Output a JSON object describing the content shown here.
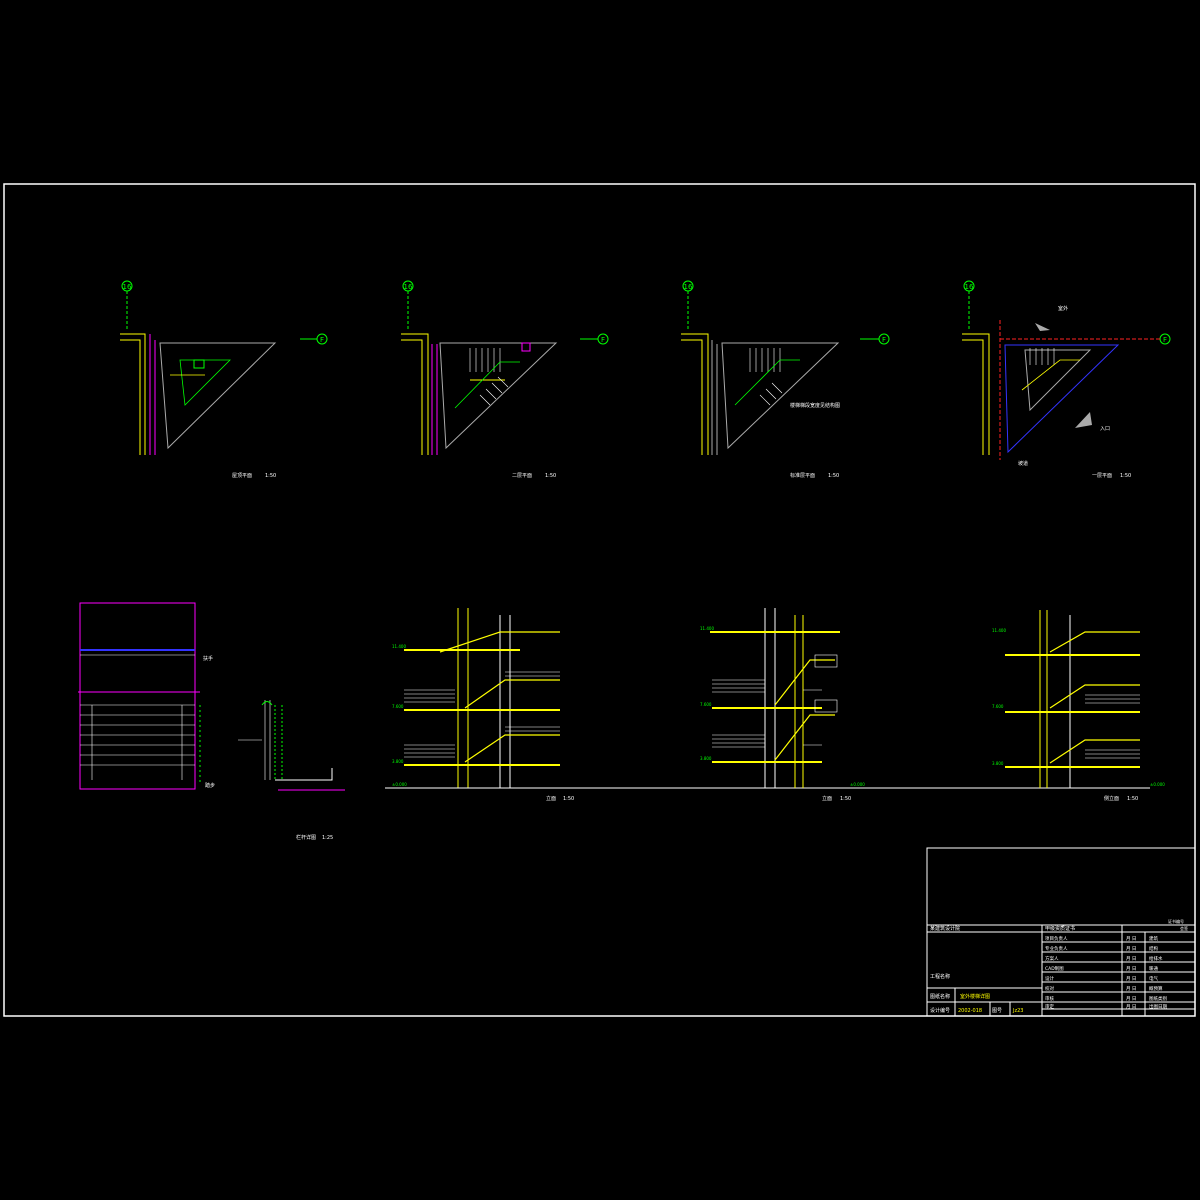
{
  "colors": {
    "background": "#000000",
    "frame": "#ffffff",
    "wall_yellow": "#ffff00",
    "grid_green": "#00ff00",
    "magenta": "#ff00ff",
    "cyan": "#00ffff",
    "blue": "#3333ff",
    "red": "#ff2020",
    "grey": "#aaaaaa"
  },
  "axis_tags": {
    "column": "16",
    "row": "F"
  },
  "plans": {
    "roof_caption": "屋顶平面",
    "second_caption": "二层平面",
    "typical_caption": "标准层平面",
    "first_caption": "一层平面",
    "scale": "1:50",
    "typical_note": "楼梯梯段宽度见结构图",
    "first_note_a": "室外",
    "first_note_b": "入口",
    "first_note_c": "坡道"
  },
  "details": {
    "railing_caption": "栏杆详图",
    "railing_scale": "1:25",
    "label_top": "扶手",
    "label_bottom": "踏步"
  },
  "sections": {
    "s1_caption": "立面",
    "s2_caption": "立面",
    "s3_caption": "侧立面",
    "scale": "1:50",
    "levels": [
      "11.400",
      "7.600",
      "3.800",
      "±0.000"
    ]
  },
  "title_block": {
    "company": "某建筑设计院",
    "cert": "甲级资质证书",
    "cert_no": "证书编号",
    "project_label": "工程名称",
    "drawing_label": "图纸名称",
    "drawing_name": "室外楼梯详图",
    "design_no_label": "设计编号",
    "design_no": "2002-018",
    "sheet_no_label": "图号",
    "sheet_no": "Jz23",
    "roles": [
      "项目负责人",
      "专业负责人",
      "方案人",
      "CAD制图",
      "设计",
      "校对",
      "审核",
      "审定"
    ],
    "dates": [
      "月 日",
      "月 日",
      "月 日",
      "月 日",
      "月 日",
      "月 日",
      "月 日",
      "月 日"
    ],
    "disciplines": [
      "建筑",
      "结构",
      "给排水",
      "暖通",
      "电气",
      "概预算",
      "图纸类别",
      "出图日期"
    ],
    "corner_header": "会签",
    "corner_sub": "专业"
  }
}
